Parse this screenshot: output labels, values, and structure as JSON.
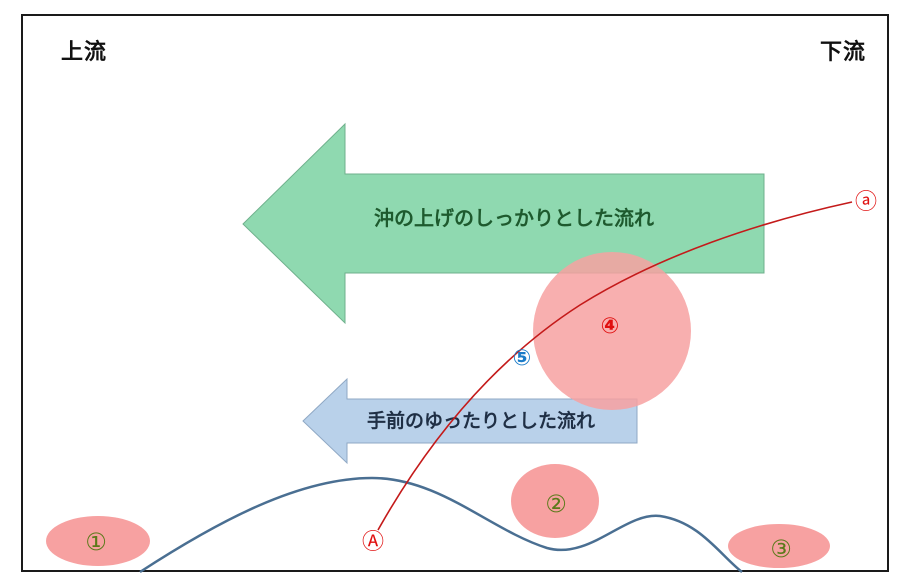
{
  "labels": {
    "upstream": "上流",
    "downstream": "下流"
  },
  "arrows": {
    "offshore": {
      "text": "沖の上げのしっかりとした流れ",
      "fill": "#8fd9b0",
      "stroke": "#6fb08c",
      "text_color": "#1e5a2e"
    },
    "nearshore": {
      "text": "手前のゆったりとした流れ",
      "fill": "#b9d1ea",
      "stroke": "#8fa8c4",
      "text_color": "#1f2f45"
    }
  },
  "markers": {
    "m1": "①",
    "m2": "②",
    "m3": "③",
    "m4": "④",
    "m5": "⑤",
    "a_upper": "Ⓐ",
    "a_lower": "ⓐ"
  },
  "colors": {
    "spot_fill": "#f7a1a1",
    "spot_text": "#5b7a1a",
    "red_text": "#e01010",
    "blue_text": "#1a7bc8",
    "curve": "#c41a1a",
    "bottom": "#4a6f92"
  }
}
